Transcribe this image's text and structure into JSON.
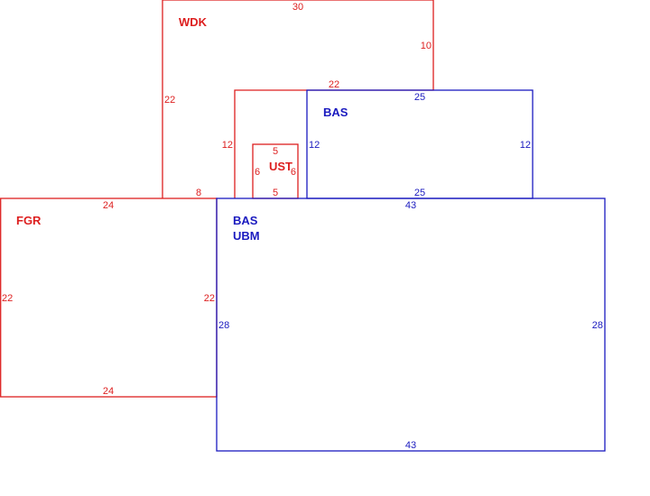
{
  "colors": {
    "red": "#dd1f1f",
    "blue": "#1a1abf"
  },
  "shapes": {
    "wdk": {
      "label": "WDK",
      "color": "red",
      "dims": {
        "top": "30",
        "right": "10",
        "left": "22",
        "bottom": "8",
        "notch": "22",
        "notch_side": "12"
      }
    },
    "bas_top": {
      "label": "BAS",
      "color": "blue",
      "dims": {
        "top": "25",
        "left": "12",
        "right": "12",
        "bottom": "25"
      }
    },
    "ust": {
      "label": "UST",
      "color": "red",
      "dims": {
        "top": "5",
        "left": "6",
        "right": "6",
        "bottom": "5"
      }
    },
    "fgr": {
      "label": "FGR",
      "color": "red",
      "dims": {
        "top": "24",
        "left": "22",
        "right": "22",
        "bottom": "24"
      }
    },
    "bas_ubm": {
      "label_1": "BAS",
      "label_2": "UBM",
      "color": "blue",
      "dims": {
        "top": "43",
        "left": "28",
        "right": "28",
        "bottom": "43"
      }
    }
  }
}
